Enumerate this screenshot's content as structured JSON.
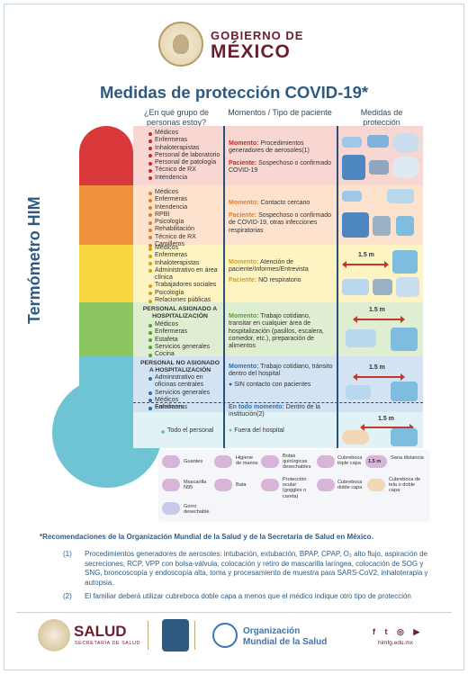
{
  "header": {
    "gov_line1": "GOBIERNO DE",
    "gov_line2": "MÉXICO",
    "title": "Medidas de protección COVID-19*"
  },
  "columns": {
    "group": "¿En qué grupo de personas estoy?",
    "moments": "Momentos / Tipo de paciente",
    "measures": "Medidas de protección"
  },
  "thermometer_label": "Termómetro HIM",
  "colors": {
    "red": "#d9393b",
    "orange": "#f0913c",
    "yellow": "#f7d642",
    "green": "#8cc660",
    "blue": "#3e86c6",
    "cyan": "#6ec4d2",
    "title_blue": "#2f5a80",
    "gov_red": "#6b1f2e"
  },
  "rows": [
    {
      "group_items": [
        "Médicos",
        "Enfermeras",
        "Inhaloterapistas",
        "Personal de laboratorio",
        "Personal de patología",
        "Técnico de RX",
        "Intendencia"
      ],
      "moments": [
        {
          "label": "Momento:",
          "text": "Procedimientos generadores de aerosoles(1)"
        },
        {
          "label": "Paciente:",
          "text": "Sospechoso o confirmado COVID-19"
        }
      ]
    },
    {
      "group_items": [
        "Médicos",
        "Enfermeras",
        "Intendencia",
        "RPBI",
        "Psicología",
        "Rehabilitación",
        "Técnico de RX",
        "Camilleros"
      ],
      "moments": [
        {
          "label": "Momento:",
          "text": "Contacto cercano"
        },
        {
          "label": "Paciente:",
          "text": "Sospechoso o confirmado de COVID-19, otras infecciones respiratorias"
        }
      ]
    },
    {
      "group_items": [
        "Médicos",
        "Enfermeras",
        "Inhaloterapistas",
        "Administrativo en área clínica",
        "Trabajadores sociales",
        "Psicología",
        "Relaciones públicas"
      ],
      "moments": [
        {
          "label": "Momento:",
          "text": "Atención de paciente/Informes/Entrevista"
        },
        {
          "label": "Paciente:",
          "text": "NO respiratorio"
        }
      ],
      "distance": "1.5 m"
    },
    {
      "group_title": "PERSONAL ASIGNADO A HOSPITALIZACIÓN",
      "group_items": [
        "Médicos",
        "Enfermeras",
        "Estafeta",
        "Servicios generales",
        "Cocina"
      ],
      "moments": [
        {
          "label": "Momento:",
          "text": "Trabajo cotidiano, transitar en cualquier área de hospitalización (pasillos, escalera, comedor, etc.), preparación de alimentos"
        }
      ],
      "distance": "1.5 m"
    },
    {
      "group_title": "PERSONAL NO ASIGNADO A HOSPITALIZACIÓN",
      "group_items": [
        "Administrativo en oficinas centrales",
        "Servicios generales",
        "Médicos",
        "Enfermeras"
      ],
      "extra_item": "Familiares",
      "moments": [
        {
          "label": "Momento:",
          "text": "Trabajo cotidiano, tránsito dentro del hospital"
        },
        {
          "label": "",
          "text": "SIN contacto con pacientes"
        },
        {
          "label": "En todo momento:",
          "text": "Dentro de la institución(2)"
        }
      ],
      "distance": "1.5 m",
      "distance2": "1.5 m"
    },
    {
      "group_items": [
        "Todo el personal"
      ],
      "moments": [
        {
          "label": "",
          "text": "Fuera del hospital"
        }
      ]
    }
  ],
  "legend": [
    {
      "icon": "gloves-icon",
      "label": "Guantes"
    },
    {
      "icon": "handwash-icon",
      "label": "Higiene de manos"
    },
    {
      "icon": "boots-icon",
      "label": "Botas quirúrgicas desechables"
    },
    {
      "icon": "mask-triple-icon",
      "label": "Cubreboca triple capa"
    },
    {
      "icon": "distance-icon",
      "label": "1.5 m"
    },
    {
      "icon": "distance-label",
      "label": "Sana distancia"
    },
    {
      "icon": "n95-icon",
      "label": "Mascarilla N95"
    },
    {
      "icon": "gown-icon",
      "label": "Bata"
    },
    {
      "icon": "goggles-icon",
      "label": "Protección ocular (goggles o careta)"
    },
    {
      "icon": "mask-double-icon",
      "label": "Cubreboca doble capa"
    },
    {
      "icon": "cloth-mask-icon",
      "label": "Cubreboca de tela o doble capa"
    },
    {
      "icon": "cap-icon",
      "label": "Gorro desechable"
    }
  ],
  "notes": {
    "main": "*Recomendaciones de la Organización Mundial de la Salud y de la Secretaría de Salud en México.",
    "n1_num": "(1)",
    "n1": "Procedimientos generadores de aerosoles: intubación, extubación, BPAP, CPAP, O₂ alto flujo, aspiración de secreciones, RCP, VPP con bolsa-válvula, colocación y retiro de mascarilla laríngea, colocación de SOG y SNG, broncoscopía y endoscopía alta, toma y procesamiento de muestra para SARS-CoV2, inhaloterapia y autopsia.",
    "n2_num": "(2)",
    "n2": "El familiar deberá utilizar cubreboca doble capa a menos que el médico indique otro tipo de protección"
  },
  "footer": {
    "salud": "SALUD",
    "salud_sub": "SECRETARÍA DE SALUD",
    "oms_1": "Organización",
    "oms_2": "Mundial de la Salud",
    "site": "himfg.edu.mx",
    "social": [
      "f",
      "t",
      "◎",
      "▶"
    ]
  }
}
